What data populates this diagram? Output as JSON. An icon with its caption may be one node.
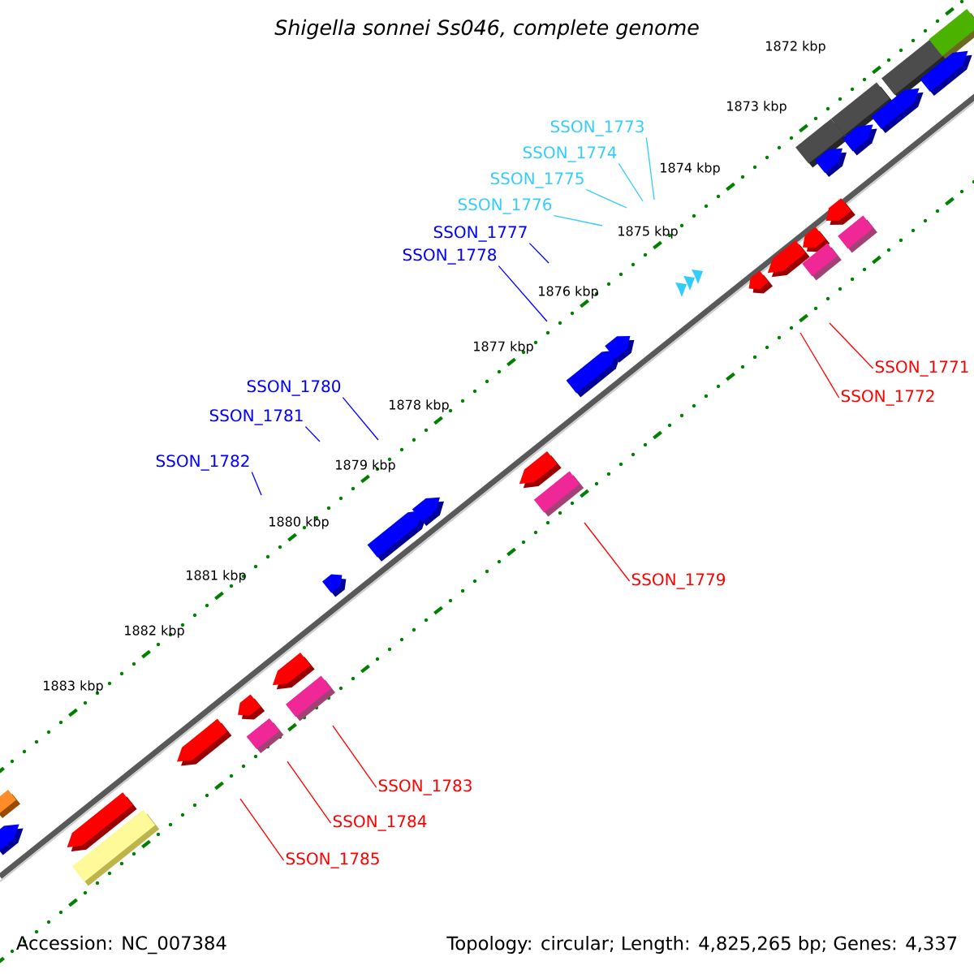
{
  "diagram": {
    "title": "Shigella sonnei Ss046, complete genome",
    "nodes": [
      {
        "text": [
          "SSON_1773"
        ]
      },
      {
        "text": [
          "SSON_1774"
        ]
      },
      {
        "text": [
          "SSON_1775"
        ]
      },
      {
        "text": [
          "SSON_1776"
        ]
      },
      {
        "text": [
          "SSON_1777"
        ]
      },
      {
        "text": [
          "SSON_1778"
        ]
      },
      {
        "text": [
          "SSON_1771"
        ]
      },
      {
        "text": [
          "SSON_1772"
        ]
      },
      {
        "text": [
          "SSON_1780"
        ]
      },
      {
        "text": [
          "SSON_1781"
        ]
      },
      {
        "text": [
          "SSON_1782"
        ]
      },
      {
        "text": [
          "SSON_1779"
        ]
      },
      {
        "text": [
          "SSON_1783"
        ]
      },
      {
        "text": [
          "SSON_1784"
        ]
      },
      {
        "text": [
          "SSON_1785"
        ]
      }
    ],
    "edges": [
      {
        "from": 0,
        "to": null,
        "arrow": "none",
        "color": "#33ccff"
      },
      {
        "from": 1,
        "to": null,
        "arrow": "none",
        "color": "#33ccff"
      },
      {
        "from": 2,
        "to": null,
        "arrow": "none",
        "color": "#33ccff"
      },
      {
        "from": 3,
        "to": null,
        "arrow": "none",
        "color": "#33ccff"
      },
      {
        "from": 4,
        "to": null,
        "arrow": "none",
        "color": "#0000ff"
      },
      {
        "from": 5,
        "to": null,
        "arrow": "none",
        "color": "#0000ff"
      },
      {
        "from": 6,
        "to": null,
        "arrow": "none"
      },
      {
        "from": 7,
        "to": null,
        "arrow": "none"
      },
      {
        "from": 8,
        "to": null,
        "arrow": "none",
        "color": "#0000ff"
      },
      {
        "from": 9,
        "to": null,
        "arrow": "none",
        "color": "#0000ff"
      },
      {
        "from": 10,
        "to": null,
        "arrow": "none",
        "color": "#0000ff"
      },
      {
        "from": 11,
        "to": null,
        "arrow": "none"
      },
      {
        "from": 12,
        "to": null,
        "arrow": "none"
      },
      {
        "from": 13,
        "to": null,
        "arrow": "none"
      },
      {
        "from": 14,
        "to": null,
        "arrow": "none"
      }
    ],
    "labels": [
      "1872 kbp",
      "1873 kbp",
      "1874 kbp",
      "1875 kbp",
      "1876 kbp",
      "1877 kbp",
      "1878 kbp",
      "1879 kbp",
      "1880 kbp",
      "1881 kbp",
      "1882 kbp",
      "1883 kbp",
      "Accession: NC_007384",
      "Topology: circular; Length: 4,825,265 bp; Genes: 4,337"
    ]
  }
}
